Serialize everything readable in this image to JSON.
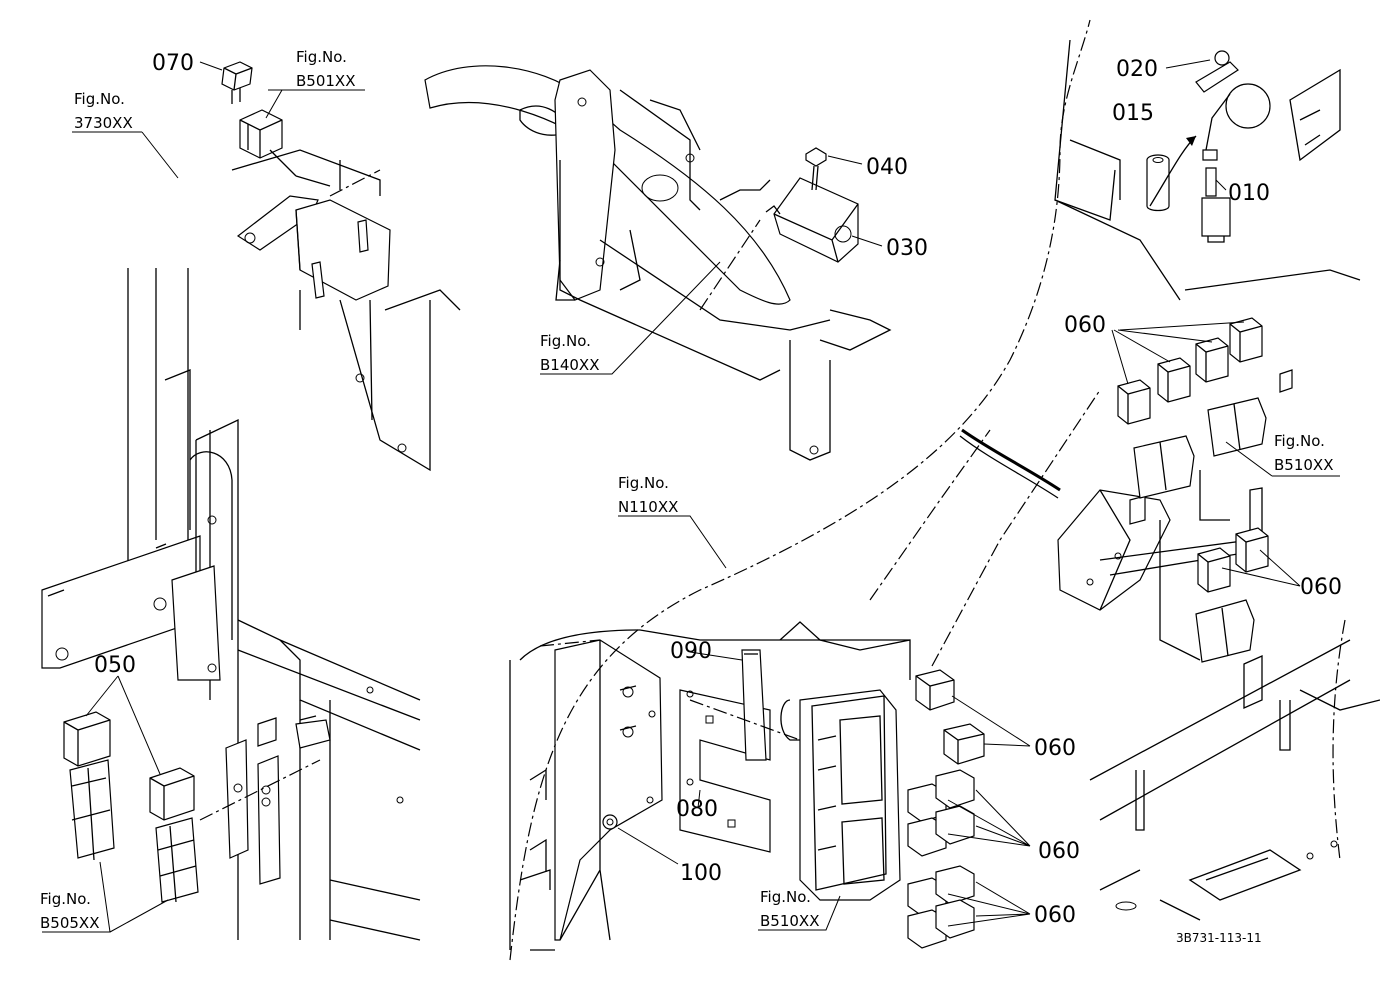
{
  "callouts": {
    "p010": "010",
    "p015": "015",
    "p020": "020",
    "p030": "030",
    "p040": "040",
    "p050": "050",
    "p060": "060",
    "p070": "070",
    "p080": "080",
    "p090": "090",
    "p100": "100"
  },
  "fig_refs": {
    "caption": "Fig.No.",
    "f3730": "3730XX",
    "fB501": "B501XX",
    "fB140": "B140XX",
    "fN110": "N110XX",
    "fB510": "B510XX",
    "fB505": "B505XX"
  },
  "drawing_code": "3B731-113-11"
}
